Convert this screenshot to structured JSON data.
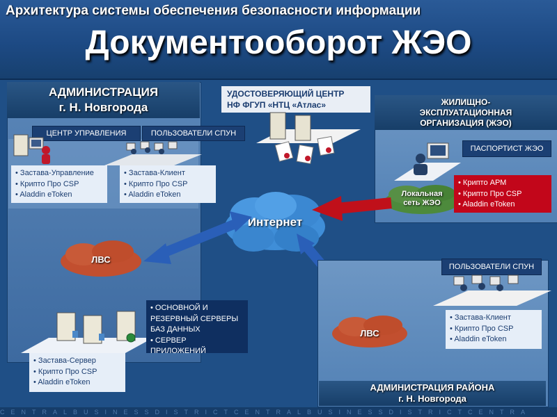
{
  "header": {
    "top_title": "Архитектура системы обеспечения безопасности информации",
    "main_title": "Документооборот ЖЭО"
  },
  "admin_city": {
    "title_line1": "АДМИНИСТРАЦИЯ",
    "title_line2": "г. Н. Новгорода",
    "control_center_tag": "ЦЕНТР УПРАВЛЕНИЯ",
    "users_tag": "ПОЛЬЗОВАТЕЛИ СПУН",
    "control_list": [
      "Застава-Управление",
      "Крипто Про CSP",
      "Aladdin eToken"
    ],
    "client_list": [
      "Застава-Клиент",
      "Крипто Про CSP",
      "Aladdin eToken"
    ],
    "lan_label": "ЛВС",
    "servers_list": [
      "ОСНОВНОЙ И РЕЗЕРВНЫЙ СЕРВЕРЫ БАЗ ДАННЫХ",
      "СЕРВЕР ПРИЛОЖЕНИЙ"
    ],
    "server_list": [
      "Застава-Сервер",
      "Крипто Про CSP",
      "Aladdin eToken"
    ]
  },
  "cert_center": {
    "line1": "УДОСТОВЕРЯЮЩИЙ ЦЕНТР",
    "line2": "НФ ФГУП «НТЦ «Атлас»"
  },
  "zheo": {
    "title_line1": "ЖИЛИЩНО-",
    "title_line2": "ЭКСПЛУАТАЦИОННАЯ",
    "title_line3": "ОРГАНИЗАЦИЯ (ЖЭО)",
    "passport_tag": "ПАСПОРТИСТ ЖЭО",
    "local_net_line1": "Локальная",
    "local_net_line2": "сеть ЖЭО",
    "passport_list": [
      "Крипто АРМ",
      "Крипто Про CSP",
      "Aladdin eToken"
    ]
  },
  "internet_label": "Интернет",
  "admin_district": {
    "users_tag": "ПОЛЬЗОВАТЕЛИ СПУН",
    "client_list": [
      "Застава-Клиент",
      "Крипто Про CSP",
      "Aladdin eToken"
    ],
    "lan_label": "ЛВС",
    "title_line1": "АДМИНИСТРАЦИЯ РАЙОНА",
    "title_line2": "г. Н. Новгорода"
  },
  "footer": {
    "strip_text": "CENTRALBUSINESSDISTRICTCENTRALBUSINESSDISTRICTCENTRA"
  },
  "colors": {
    "background": "#1f4f86",
    "info_box": "#e6eef8",
    "dark_box": "#0f2f60",
    "red_box": "#c2061a",
    "arrow_blue": "#2a5fb8",
    "arrow_red": "#c0101a"
  }
}
